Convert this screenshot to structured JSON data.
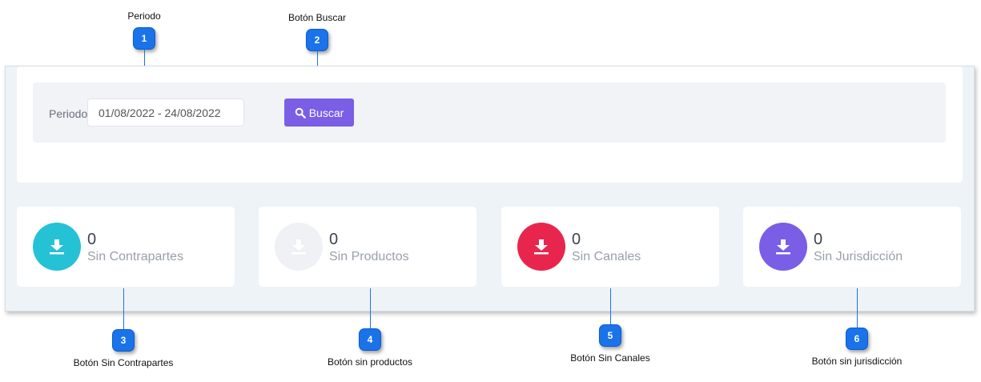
{
  "callouts": [
    {
      "number": "1",
      "label": "Periodo"
    },
    {
      "number": "2",
      "label": "Botón  Buscar"
    },
    {
      "number": "3",
      "label": "Botón Sin Contrapartes"
    },
    {
      "number": "4",
      "label": "Botón sin productos"
    },
    {
      "number": "5",
      "label": "Botón Sin Canales"
    },
    {
      "number": "6",
      "label": "Botón sin jurisdicción"
    }
  ],
  "filter": {
    "period_label": "Periodo",
    "period_value": "01/08/2022 - 24/08/2022",
    "search_label": "Buscar",
    "search_icon": "search-icon"
  },
  "stats": [
    {
      "count": "0",
      "name": "Sin Contrapartes",
      "icon": "download-icon",
      "color": "#25c2d6"
    },
    {
      "count": "0",
      "name": "Sin Productos",
      "icon": "download-icon",
      "color": "#f0f1f4"
    },
    {
      "count": "0",
      "name": "Sin Canales",
      "icon": "download-icon",
      "color": "#e8264d"
    },
    {
      "count": "0",
      "name": "Sin Jurisdicción",
      "icon": "download-icon",
      "color": "#7b5ee6"
    }
  ],
  "colors": {
    "accent": "#7b5ee6",
    "callout": "#1a73e8"
  }
}
